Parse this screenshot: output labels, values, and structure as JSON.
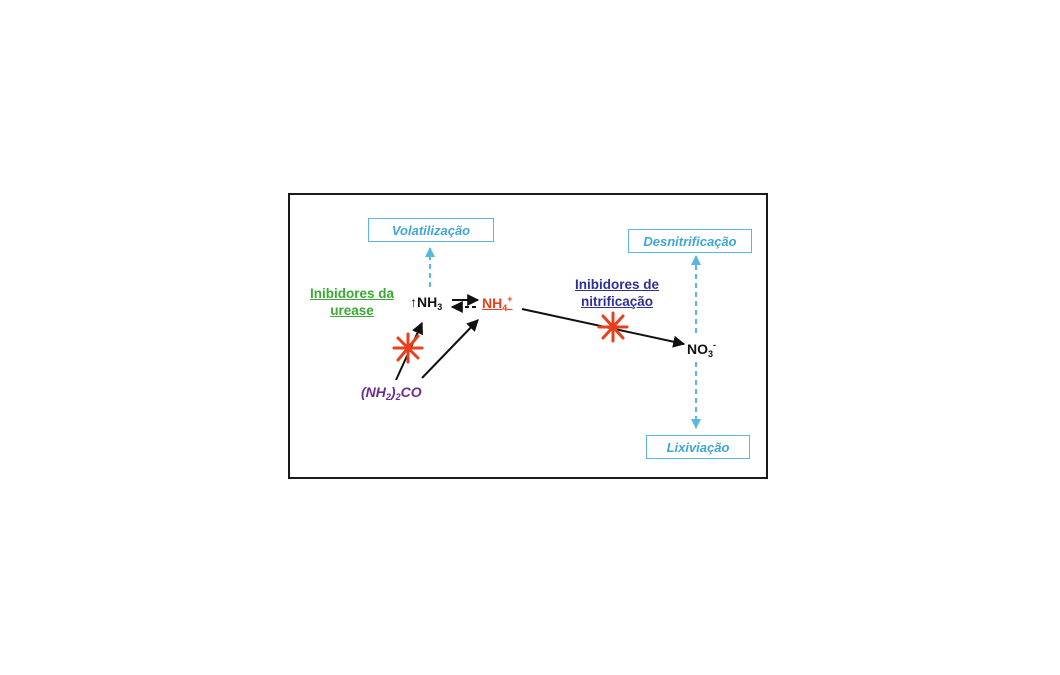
{
  "boxes": {
    "volatilizacao": "Volatilização",
    "desnitrificacao": "Desnitrificação",
    "lixiviacao": "Lixiviação"
  },
  "labels": {
    "urease_line1": "Inibidores da",
    "urease_line2": "urease",
    "nitrif_line1": "Inibidores de",
    "nitrif_line2": "nitrificação"
  },
  "species": {
    "ammonia_up_arrow": "↑",
    "ammonia_main": "NH",
    "ammonia_sub": "3",
    "ammonium_main": "NH",
    "ammonium_sub": "4",
    "ammonium_sup": "+",
    "nitrate_main": "NO",
    "nitrate_sub": "3",
    "nitrate_sup": "-",
    "urea_open": "(NH",
    "urea_sub1": "2",
    "urea_mid": ")",
    "urea_sub2": "2",
    "urea_end": "CO"
  },
  "colors": {
    "frame": "#1a1a1a",
    "box_border": "#59b7e0",
    "box_text": "#3fa6d6",
    "urease_label": "#3aaa35",
    "nitrif_label": "#2e3192",
    "urea": "#6a2c91",
    "ammonium": "#e8401c",
    "block_mark": "#e8401c",
    "arrows": "#111111"
  }
}
